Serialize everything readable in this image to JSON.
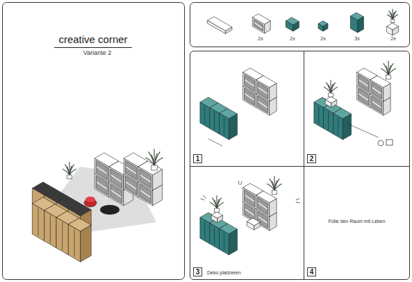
{
  "diagram": {
    "title": "creative corner",
    "nodes": [
      {
        "text": [
          "1"
        ]
      },
      {
        "text": [
          "2"
        ]
      },
      {
        "text": [
          "3",
          "Deko platzieren"
        ]
      },
      {
        "text": [
          "4",
          "Fülle den Raum mit Leben"
        ]
      }
    ],
    "labels": [
      "Variante 2",
      "2x",
      "2x",
      "2x",
      "3x",
      "2x"
    ]
  }
}
